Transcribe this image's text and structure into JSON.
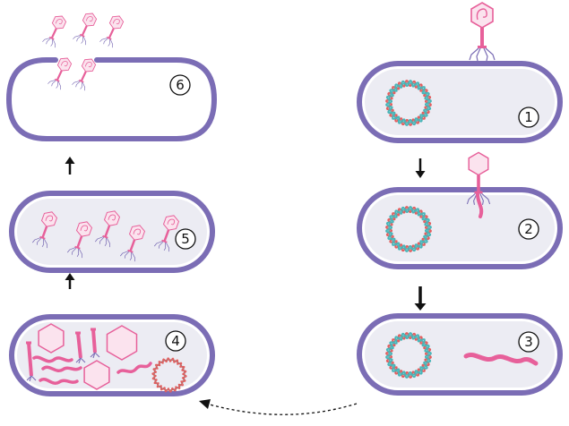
{
  "colors": {
    "membrane": "#7b6db5",
    "cytoplasm": "#ececf3",
    "phage": "#e7609a",
    "phage_fill": "#fbe3ee",
    "dna_red": "#e25f5f",
    "dna_teal": "#49b5b8",
    "arrow": "#111111"
  },
  "steps": [
    {
      "number": "1",
      "description_icon": "bacterium-with-attached-phage-icon"
    },
    {
      "number": "2",
      "description_icon": "phage-injecting-dna-icon"
    },
    {
      "number": "3",
      "description_icon": "viral-dna-inside-cell-icon"
    },
    {
      "number": "4",
      "description_icon": "phage-parts-assembling-icon"
    },
    {
      "number": "5",
      "description_icon": "assembled-phages-icon"
    },
    {
      "number": "6",
      "description_icon": "cell-lysis-release-icon"
    }
  ]
}
